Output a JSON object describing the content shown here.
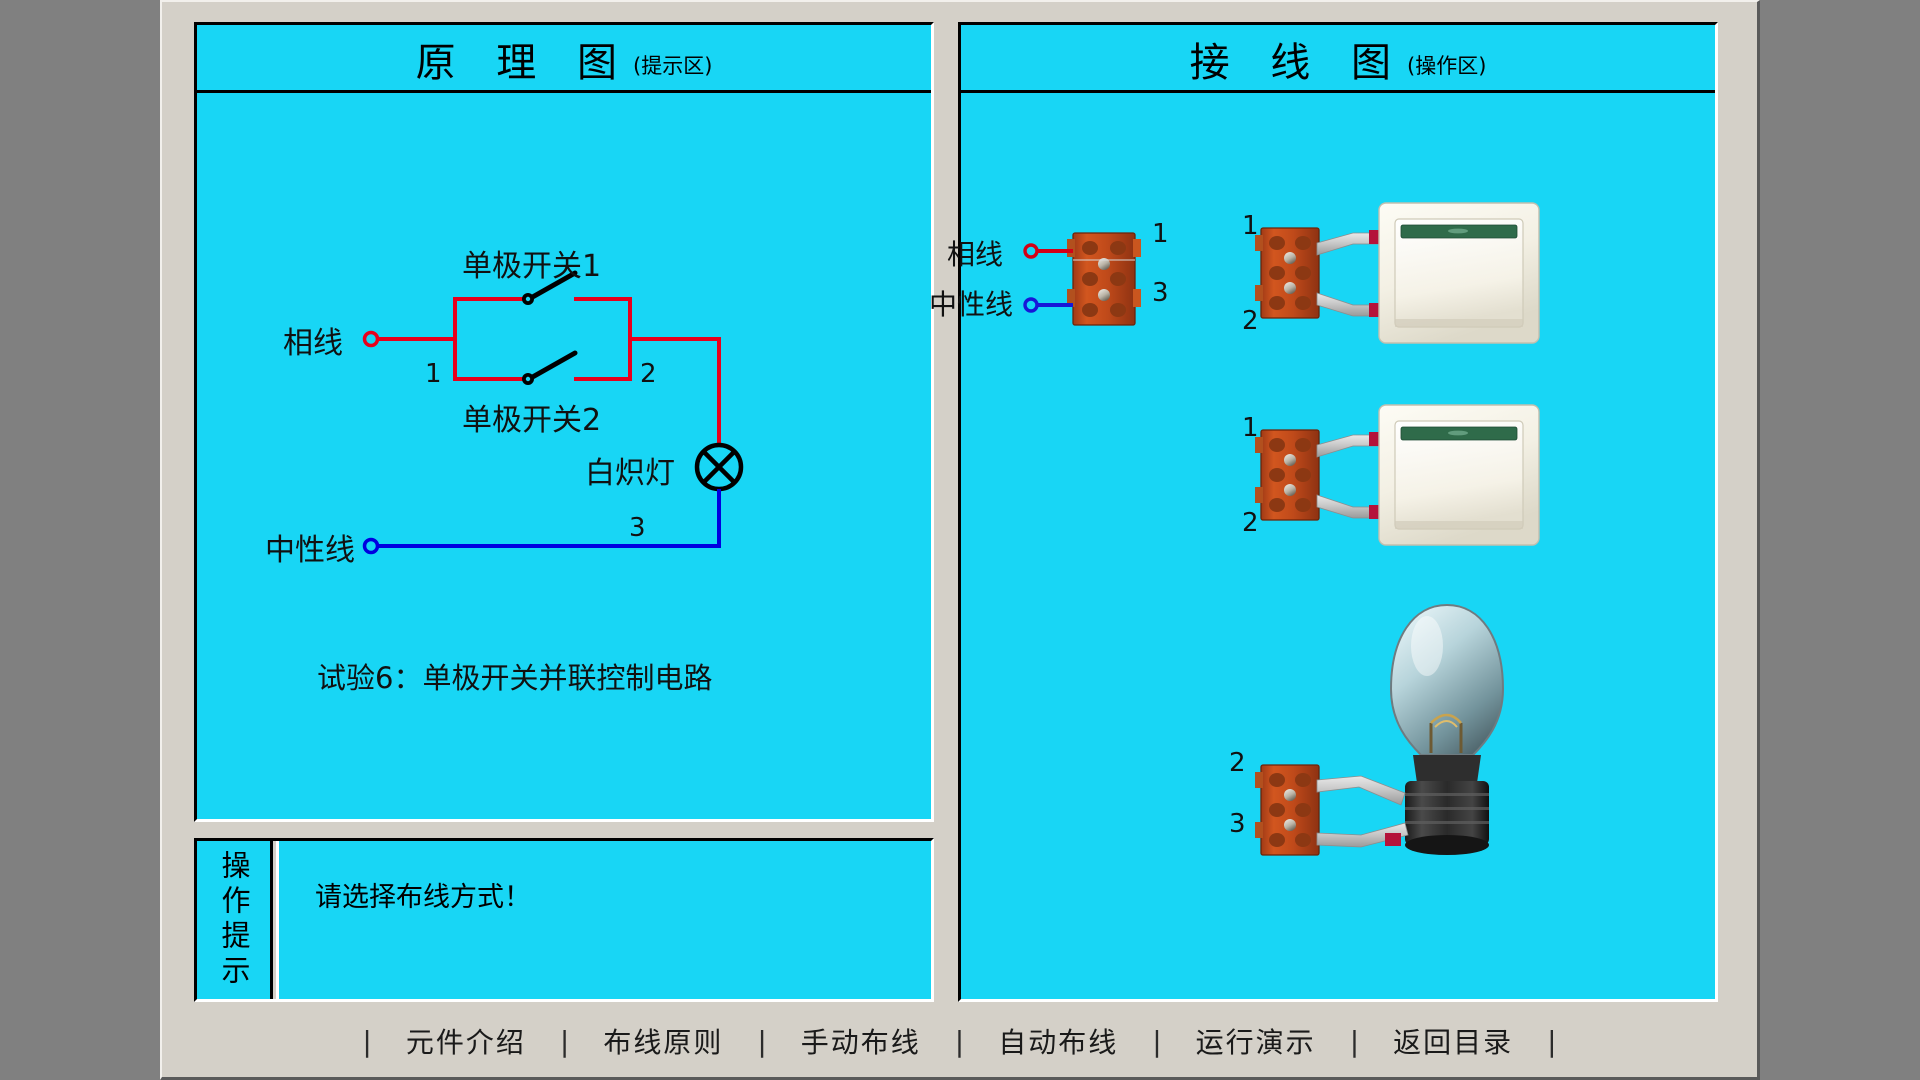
{
  "window": {
    "background_color": "#d4d0c8",
    "panel_color": "#18d6f5"
  },
  "schematic_panel": {
    "title_main": "原 理 图",
    "title_sub": "(提示区)",
    "labels": {
      "live_wire": "相线",
      "neutral_wire": "中性线",
      "switch1": "单极开关1",
      "switch2": "单极开关2",
      "lamp": "白炽灯",
      "terminal_1": "1",
      "terminal_2": "2",
      "terminal_3": "3"
    },
    "caption": "试验6：单极开关并联控制电路",
    "wire_colors": {
      "live": "#e8001c",
      "neutral": "#0000e0"
    }
  },
  "wiring_panel": {
    "title_main": "接 线 图",
    "title_sub": "(操作区)",
    "labels": {
      "live_wire": "相线",
      "neutral_wire": "中性线",
      "source_terminal_top": "1",
      "source_terminal_bottom": "3",
      "switch1_terminal_top": "1",
      "switch1_terminal_bottom": "2",
      "switch2_terminal_top": "1",
      "switch2_terminal_bottom": "2",
      "lamp_terminal_top": "2",
      "lamp_terminal_bottom": "3"
    },
    "components": [
      {
        "name": "source-terminal-block",
        "type": "terminal-block"
      },
      {
        "name": "wall-switch-1",
        "type": "wall-switch"
      },
      {
        "name": "wall-switch-2",
        "type": "wall-switch"
      },
      {
        "name": "incandescent-lamp",
        "type": "lamp"
      }
    ]
  },
  "hint": {
    "label": "操作提示",
    "text": "请选择布线方式！"
  },
  "toolbar": {
    "separator": "|",
    "items": [
      {
        "label": "元件介绍"
      },
      {
        "label": "布线原则"
      },
      {
        "label": "手动布线"
      },
      {
        "label": "自动布线"
      },
      {
        "label": "运行演示"
      },
      {
        "label": "返回目录"
      }
    ]
  }
}
